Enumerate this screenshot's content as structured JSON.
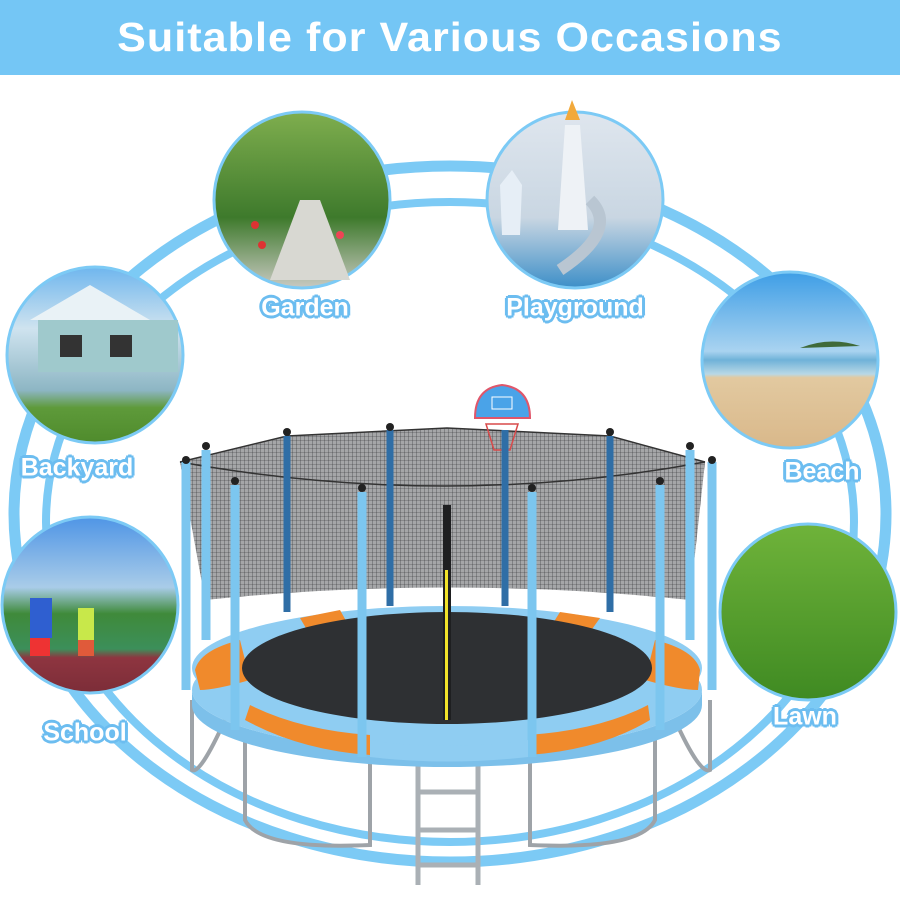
{
  "header": {
    "title": "Suitable for Various Occasions"
  },
  "occasions": [
    {
      "label": "Garden"
    },
    {
      "label": "Playground"
    },
    {
      "label": "Backyard"
    },
    {
      "label": "Beach"
    },
    {
      "label": "School"
    },
    {
      "label": "Lawn"
    }
  ],
  "colors": {
    "brand_blue": "#74c6f5",
    "pad_orange": "#f08a2c",
    "pad_blue": "#8fcdf2",
    "mat": "#2e3033"
  }
}
